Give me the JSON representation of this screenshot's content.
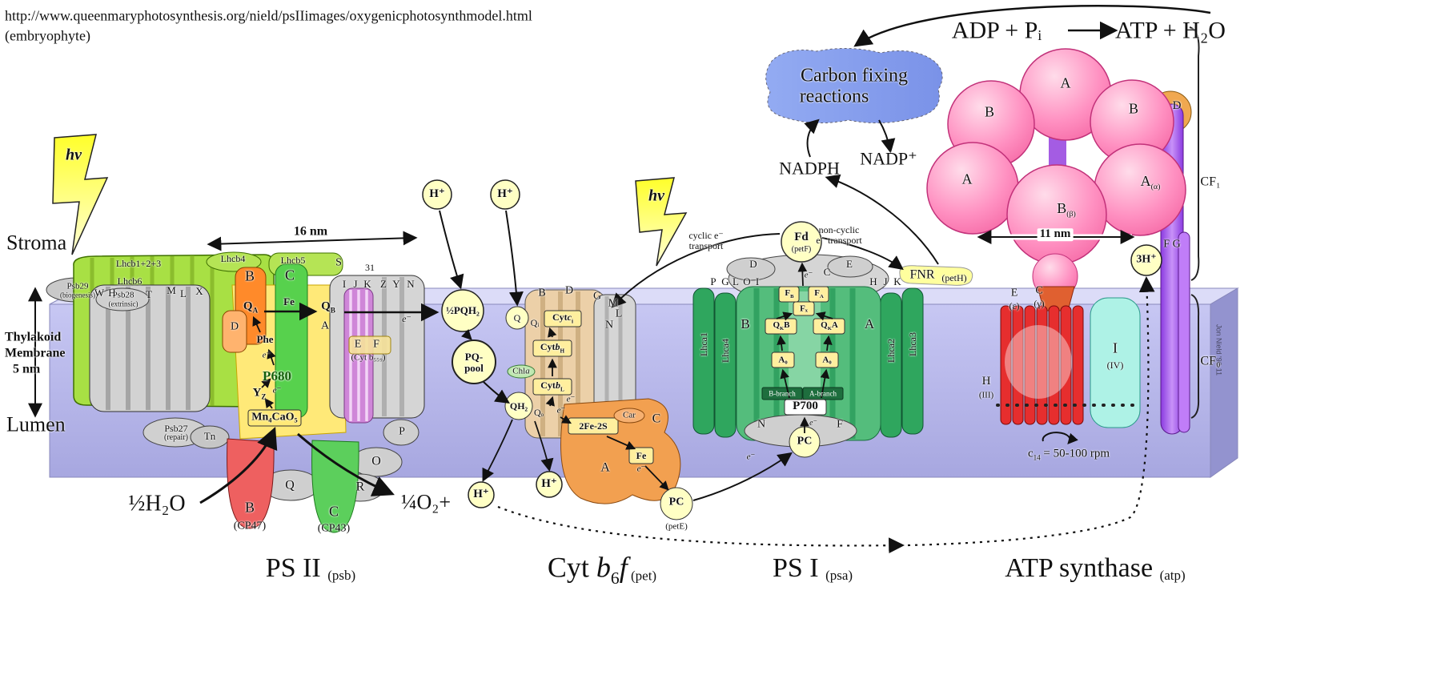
{
  "header": {
    "url": "http://www.queenmaryphotosynthesis.org/nield/psIIimages/oxygenicphotosynthmodel.html",
    "subtitle": "(embryophyte)"
  },
  "membrane": {
    "stroma": "Stroma",
    "lumen": "Lumen",
    "thylakoid1": "Thylakoid",
    "thylakoid2": "Membrane",
    "thylakoid3": "5 nm",
    "credit": "Jon Nield '96-11"
  },
  "psii": {
    "hv": "hv",
    "scale": "16 nm",
    "lhcb123": "Lhcb1+2+3",
    "lhcb4": "Lhcb4",
    "lhcb5": "Lhcb5",
    "lhcb6": "Lhcb6",
    "psb29": "Psb29",
    "psb29_sub": "(biogenesis)",
    "psb28": "Psb28",
    "psb28_sub": "(extrinsic)",
    "w": "W",
    "h": "H",
    "t": "T",
    "m": "M",
    "l": "L",
    "x": "X",
    "b": "B",
    "c": "C",
    "s": "S",
    "n31": "31",
    "i": "I",
    "j": "J",
    "k": "K",
    "z": "Z",
    "y": "Y",
    "n": "N",
    "qa_base": "Q",
    "qa_sub": "A",
    "fe": "Fe",
    "qb_base": "Q",
    "qb_sub": "B",
    "d": "D",
    "a": "A",
    "phe": "Phe",
    "e1": "e⁻",
    "e2": "e⁻",
    "p680": "P680",
    "yz_base": "Y",
    "yz_sub": "Z",
    "mn": "Mn₄CaO₅",
    "e_letter": "E",
    "f_letter": "F",
    "cytb559": "(Cyt b₅₅₉)",
    "psb27": "Psb27",
    "psb27_sub": "(repair)",
    "tn": "Tn",
    "p": "P",
    "o": "O",
    "q": "Q",
    "r": "R",
    "cp47_letter": "B",
    "cp47": "(CP47)",
    "cp43_letter": "C",
    "cp43": "(CP43)",
    "water": "½H₂O",
    "oxygen": "¼O₂+",
    "title": "PS II",
    "title_sub": "(psb)"
  },
  "pq": {
    "h1": "H⁺",
    "h2": "H⁺",
    "pqh2": "½PQH₂",
    "pool1": "PQ-",
    "pool2": "pool",
    "e": "e⁻"
  },
  "cytb6f": {
    "b": "B",
    "d": "D",
    "g": "G",
    "m": "M",
    "l": "L",
    "n": "N",
    "q": "Q",
    "qi": "Qᵢ",
    "ci_pre": "Cyt",
    "ci_c": "c",
    "ci_sub": "i",
    "bh_pre": "Cyt",
    "bh_b": "b",
    "bh_sub": "H",
    "chl_base": "Chl",
    "chl_it": "a",
    "bl_pre": "Cyt",
    "bl_b": "b",
    "bl_sub": "L",
    "qh2": "QH₂",
    "qo": "Qₒ",
    "e1": "e⁻",
    "e2": "e⁻",
    "e3": "e⁻",
    "fes": "2Fe-2S",
    "car": "Car",
    "c": "C",
    "a": "A",
    "fe": "Fe",
    "pc": "PC",
    "pc_sub": "(petE)",
    "h1": "H⁺",
    "h2": "H⁺",
    "hv": "hv",
    "title_pre": "Cyt ",
    "title_b": "b",
    "title_6": "6",
    "title_f": "f",
    "title_sub": " (pet)"
  },
  "psi": {
    "cyclic1": "cyclic e⁻",
    "cyclic2": "transport",
    "noncyclic1": "non-cyclic",
    "noncyclic2": "e⁻ transport",
    "fd": "Fd",
    "fd_sub": "(petF)",
    "d": "D",
    "p": "P",
    "g": "G",
    "l": "L",
    "o": "O",
    "i": "I",
    "c": "C",
    "e_letter": "E",
    "h": "H",
    "j": "J",
    "k": "K",
    "e_fd": "e⁻",
    "fb_base": "F",
    "fb_sub": "B",
    "fa_base": "F",
    "fa_sub": "A",
    "fx": "Fₓ",
    "b": "B",
    "a": "A",
    "qkb_base": "Q",
    "qkb_sub": "K",
    "qkb_end": "B",
    "qka_base": "Q",
    "qka_sub": "K",
    "qka_end": "A",
    "a0_left": "A₀",
    "a0_right": "A₀",
    "lhca1": "Lhca1",
    "lhca4": "Lhca4",
    "lhca2": "Lhca2",
    "lhca3": "Lhca3",
    "bbranch": "B-branch",
    "abranch": "A-branch",
    "p700": "P700",
    "n": "N",
    "f": "F",
    "e_p700": "e⁻",
    "pc": "PC",
    "e_in": "e⁻",
    "title": "PS I",
    "title_sub": "(psa)"
  },
  "fnr": {
    "label": "FNR",
    "sub": "(petH)"
  },
  "top": {
    "adp": "ADP + Pᵢ",
    "atp": "ATP + H₂O",
    "carbon1": "Carbon fixing",
    "carbon2": "reactions",
    "nadph": "NADPH",
    "nadp": "NADP⁺"
  },
  "atp": {
    "a1": "A",
    "b1": "B",
    "b2": "B",
    "d": "D",
    "a2": "A",
    "a_alpha_base": "A",
    "a_alpha_sub": "(α)",
    "b_beta_base": "B",
    "b_beta_sub": "(β)",
    "scale": "11 nm",
    "h3": "3H⁺",
    "fg": "F G",
    "cf1": "CF₁",
    "cf0": "CF₀",
    "e_base": "E",
    "e_sub": "(ε)",
    "c_base": "C",
    "c_sub": "(γ)",
    "i_base": "I",
    "i_sub": "(IV)",
    "h_base": "H",
    "h_sub": "(III)",
    "c14_base": "c",
    "c14_sub": "14",
    "c14_rest": " = 50-100 rpm",
    "title": "ATP synthase",
    "title_sub": "(atp)"
  }
}
